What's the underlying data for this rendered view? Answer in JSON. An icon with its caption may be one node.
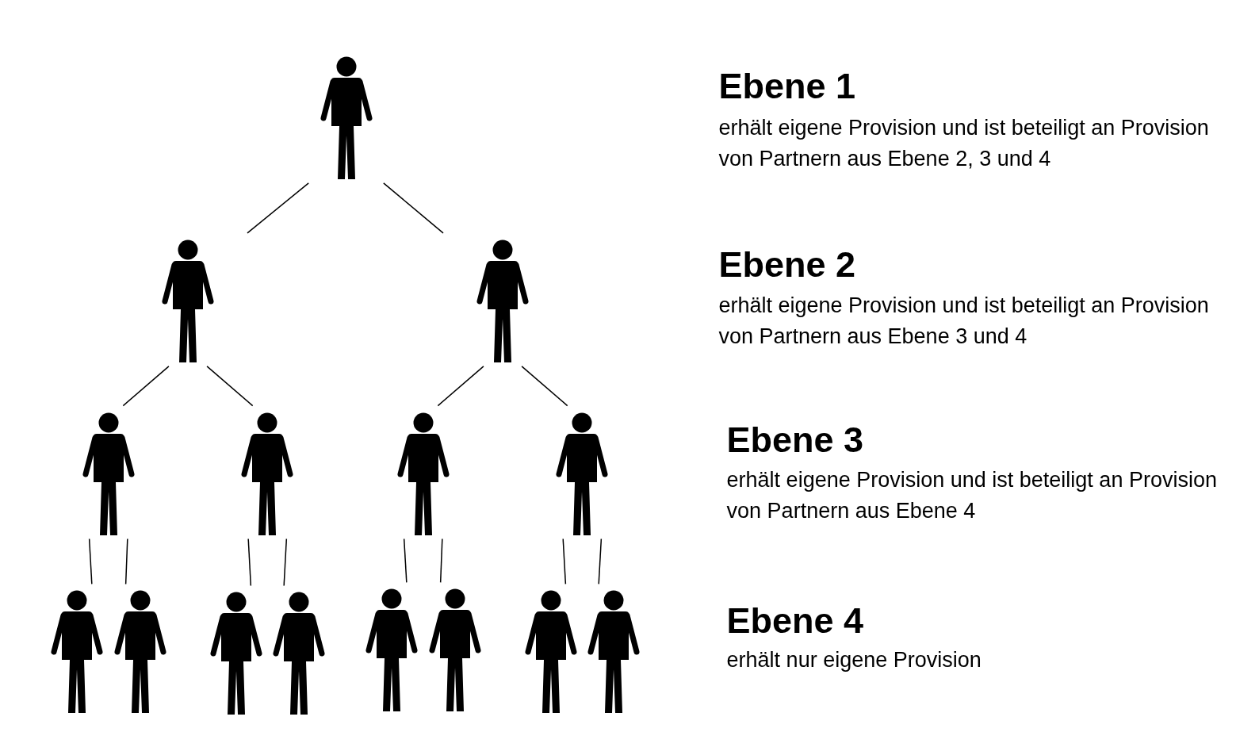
{
  "diagram": {
    "nodes": [
      {
        "text": [],
        "shape": "person"
      },
      {
        "text": [],
        "shape": "person"
      },
      {
        "text": [],
        "shape": "person"
      },
      {
        "text": [],
        "shape": "person"
      },
      {
        "text": [],
        "shape": "person"
      },
      {
        "text": [],
        "shape": "person"
      },
      {
        "text": [],
        "shape": "person"
      },
      {
        "text": [],
        "shape": "person"
      },
      {
        "text": [],
        "shape": "person"
      },
      {
        "text": [],
        "shape": "person"
      },
      {
        "text": [],
        "shape": "person"
      },
      {
        "text": [],
        "shape": "person"
      },
      {
        "text": [],
        "shape": "person"
      },
      {
        "text": [],
        "shape": "person"
      },
      {
        "text": [],
        "shape": "person"
      }
    ],
    "edges": [
      {
        "from": 0,
        "to": 1,
        "arrow": "none"
      },
      {
        "from": 0,
        "to": 2,
        "arrow": "none"
      },
      {
        "from": 1,
        "to": 3,
        "arrow": "none"
      },
      {
        "from": 1,
        "to": 4,
        "arrow": "none"
      },
      {
        "from": 2,
        "to": 5,
        "arrow": "none"
      },
      {
        "from": 2,
        "to": 6,
        "arrow": "none"
      },
      {
        "from": 3,
        "to": 7,
        "arrow": "none"
      },
      {
        "from": 3,
        "to": 8,
        "arrow": "none"
      },
      {
        "from": 4,
        "to": 9,
        "arrow": "none"
      },
      {
        "from": 4,
        "to": 10,
        "arrow": "none"
      },
      {
        "from": 5,
        "to": 11,
        "arrow": "none"
      },
      {
        "from": 5,
        "to": 12,
        "arrow": "none"
      },
      {
        "from": 6,
        "to": 13,
        "arrow": "none"
      },
      {
        "from": 6,
        "to": 14,
        "arrow": "none"
      }
    ],
    "labels": [
      "Ebene 1",
      "erhält eigene Provision und ist beteiligt an Provision von Partnern aus Ebene 2, 3 und 4",
      "Ebene 2",
      "erhält eigene Provision und ist beteiligt an Provision von Partnern aus Ebene 3 und 4",
      "Ebene 3",
      "erhält eigene Provision und ist beteiligt an Provision von Partnern aus Ebene 4",
      "Ebene 4",
      "erhält nur eigene Provision"
    ]
  }
}
